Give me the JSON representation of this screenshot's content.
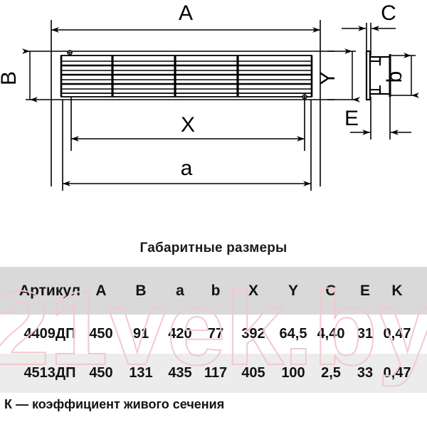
{
  "drawing": {
    "labels": {
      "A": "A",
      "B": "B",
      "X": "X",
      "a": "a",
      "C": "C",
      "b": "b",
      "Y": "Y",
      "E": "E"
    },
    "line_color": "#000000"
  },
  "table": {
    "title": "Габаритные размеры",
    "columns": [
      "Артикул",
      "A",
      "B",
      "a",
      "b",
      "X",
      "Y",
      "C",
      "E",
      "K"
    ],
    "rows": [
      {
        "article": "4409ДП",
        "A": "450",
        "B": "91",
        "a": "420",
        "b": "77",
        "X": "392",
        "Y": "64,5",
        "C": "4,40",
        "E": "31",
        "K": "0,47"
      },
      {
        "article": "4513ДП",
        "A": "450",
        "B": "131",
        "a": "435",
        "b": "117",
        "X": "405",
        "Y": "100",
        "C": "2,5",
        "E": "33",
        "K": "0,47"
      }
    ],
    "footnote": "К — коэффициент живого сечения",
    "header_bg": "#d9d9d9",
    "alt_row_bg": "#ececec"
  },
  "watermark": {
    "text": "21vek.by",
    "color": "#f2c8cf"
  }
}
